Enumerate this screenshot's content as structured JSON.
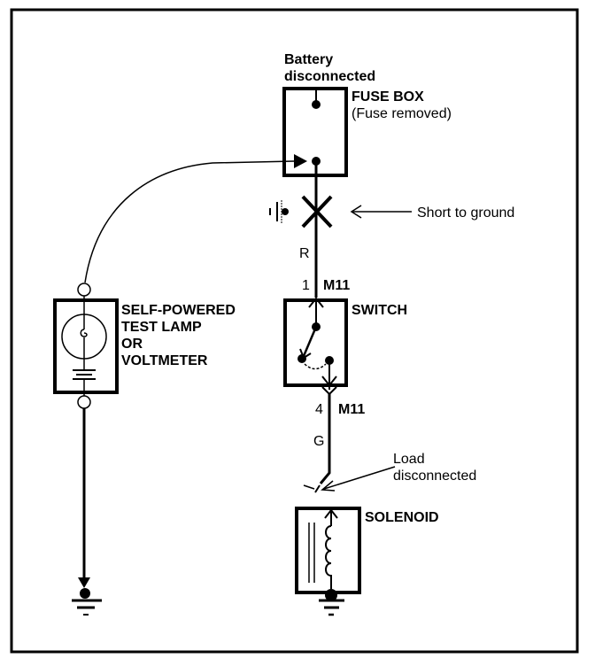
{
  "diagram": {
    "fuse_box": {
      "battery_note_line1": "Battery",
      "battery_note_line2": "disconnected",
      "title": "FUSE BOX",
      "subtitle": "(Fuse removed)"
    },
    "short": {
      "label": "Short to ground"
    },
    "wire_upper": {
      "color_code": "R",
      "pin": "1",
      "connector": "M11"
    },
    "switch": {
      "title": "SWITCH"
    },
    "wire_lower": {
      "color_code": "G",
      "pin": "4",
      "connector": "M11"
    },
    "load_note": {
      "line1": "Load",
      "line2": "disconnected"
    },
    "solenoid": {
      "title": "SOLENOID"
    },
    "test_lamp": {
      "line1": "SELF-POWERED",
      "line2": "TEST LAMP",
      "line3": "OR",
      "line4": "VOLTMETER"
    }
  }
}
